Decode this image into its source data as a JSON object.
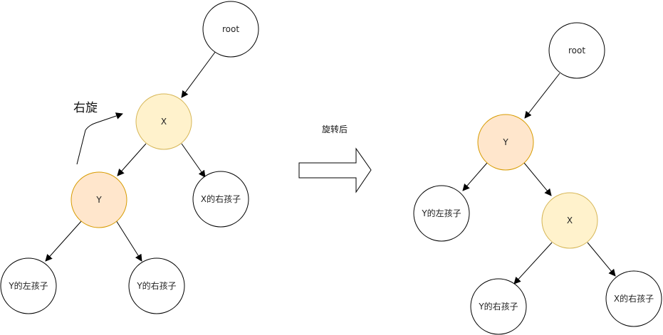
{
  "diagram": {
    "rotate_label": "右旋",
    "after_rotation_label": "旋转后",
    "colors": {
      "node_default_fill": "#ffffff",
      "node_default_stroke": "#000000",
      "node_x_fill": "#fff2cc",
      "node_x_stroke": "#d6b656",
      "node_y_fill": "#ffe6cc",
      "node_y_stroke": "#d79b00"
    },
    "before": {
      "root": "root",
      "x": "X",
      "y": "Y",
      "x_right_child": "X的右孩子",
      "y_left_child": "Y的左孩子",
      "y_right_child": "Y的右孩子"
    },
    "after": {
      "root": "root",
      "y": "Y",
      "x": "X",
      "y_left_child": "Y的左孩子",
      "y_right_child": "Y的右孩子",
      "x_right_child": "X的右孩子"
    }
  }
}
